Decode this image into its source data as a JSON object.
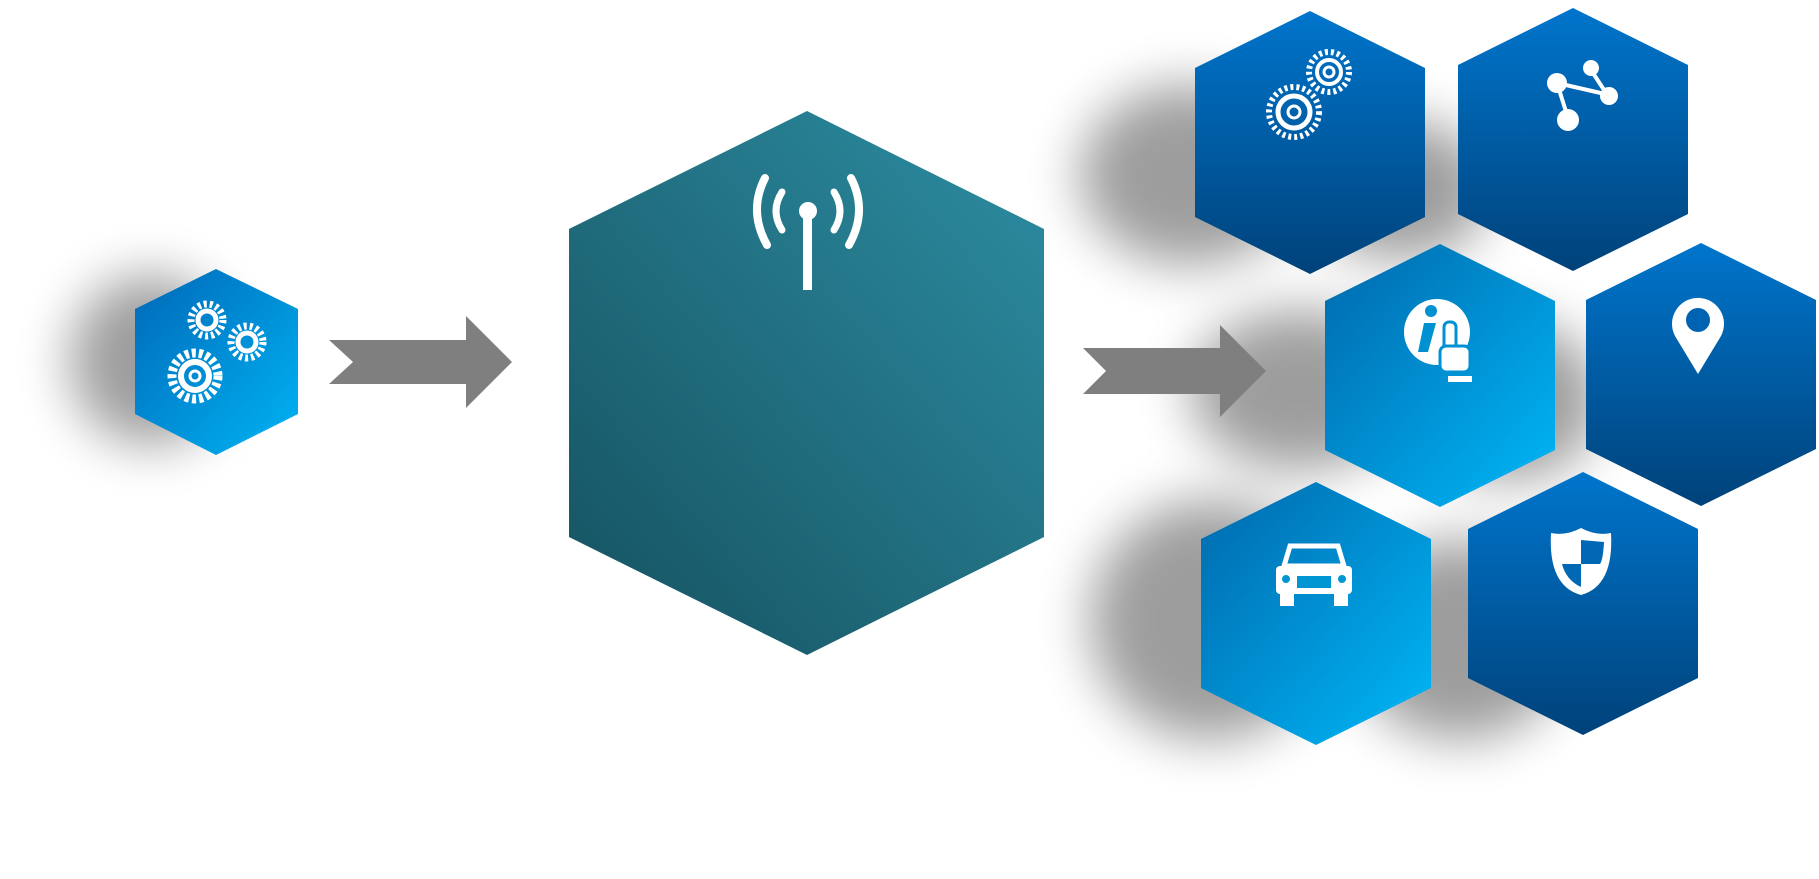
{
  "diagram": {
    "nodes": [
      {
        "id": "source",
        "icon": "gears-icon",
        "color_top": "#0077c4",
        "color_bottom": "#00aef0"
      },
      {
        "id": "hub",
        "icon": "antenna-icon",
        "color_top": "#2a8aa0",
        "color_bottom": "#175566"
      },
      {
        "id": "service-gears",
        "icon": "gears-icon",
        "color_top": "#0072c8",
        "color_bottom": "#00457f"
      },
      {
        "id": "service-share",
        "icon": "share-icon",
        "color_top": "#0072c8",
        "color_bottom": "#00457f"
      },
      {
        "id": "service-info",
        "icon": "info-touch-icon",
        "color_top": "#0080c0",
        "color_bottom": "#00b2f2"
      },
      {
        "id": "service-location",
        "icon": "location-pin-icon",
        "color_top": "#0072c8",
        "color_bottom": "#00457f"
      },
      {
        "id": "service-car",
        "icon": "car-icon",
        "color_top": "#0080c0",
        "color_bottom": "#00b2f2"
      },
      {
        "id": "service-security",
        "icon": "shield-icon",
        "color_top": "#0072c8",
        "color_bottom": "#00457f"
      }
    ],
    "arrows": [
      {
        "from": "source",
        "to": "hub",
        "color": "#808080"
      },
      {
        "from": "hub",
        "to": "services",
        "color": "#808080"
      }
    ]
  }
}
